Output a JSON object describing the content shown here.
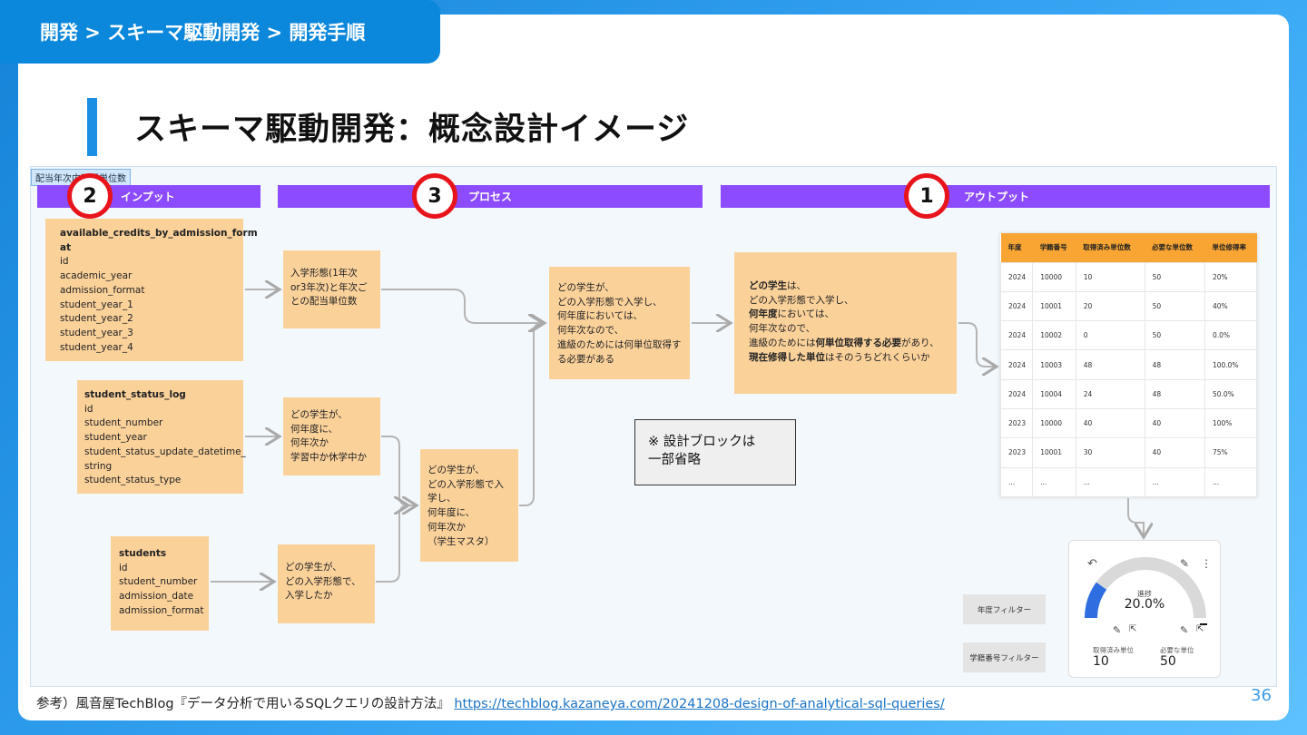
{
  "breadcrumb": "開発 > スキーマ駆動開発 > 開発手順",
  "title": "スキーマ駆動開発：概念設計イメージ",
  "canvas_tag": "配当年次内取得単位数",
  "sections": [
    {
      "badge": "2",
      "label": "インプット"
    },
    {
      "badge": "3",
      "label": "プロセス"
    },
    {
      "badge": "1",
      "label": "アウトプット"
    }
  ],
  "inputs": [
    {
      "title": "available_credits_by_admission_form\nat",
      "fields": [
        "id",
        "academic_year",
        "admission_format",
        "student_year_1",
        "student_year_2",
        "student_year_3",
        "student_year_4"
      ]
    },
    {
      "title": "student_status_log",
      "fields": [
        "id",
        "student_number",
        "student_year",
        "student_status_update_datetime_\nstring",
        "student_status_type"
      ]
    },
    {
      "title": "students",
      "fields": [
        "id",
        "student_number",
        "admission_date",
        "admission_format"
      ]
    }
  ],
  "process": {
    "p1": "入学形態(1年次or3年次)と年次ごとの配当単位数",
    "p2": "どの学生が、\n何年度に、\n何年次か\n学習中か休学中か",
    "p3": "どの学生が、\nどの入学形態で、\n入学したか",
    "p4": "どの学生が、\nどの入学形態で入\n学し、\n何年度に、\n何年次か\n（学生マスタ）",
    "p5": "どの学生が、\nどの入学形態で入学し、\n何年度においては、\n何年次なので、\n進級のためには何単位取得す\nる必要がある"
  },
  "output_note": {
    "l1a": "どの学生",
    "l1b": "は、",
    "l2": "どの入学形態で入学し、",
    "l3a": "何年度",
    "l3b": "においては、",
    "l4": "何年次なので、",
    "l5a": "進級のためには",
    "l5b": "何単位取得する必要",
    "l5c": "があり、",
    "l6a": "現在修得した単位",
    "l6b": "はそのうちどれくらいか"
  },
  "annotation": "※ 設計ブロックは\n一部省略",
  "table": {
    "headers": [
      "年度",
      "学籍番号",
      "取得済み単位数",
      "必要な単位数",
      "単位修得率"
    ],
    "rows": [
      [
        "2024",
        "10000",
        "10",
        "50",
        "20%"
      ],
      [
        "2024",
        "10001",
        "20",
        "50",
        "40%"
      ],
      [
        "2024",
        "10002",
        "0",
        "50",
        "0.0%"
      ],
      [
        "2024",
        "10003",
        "48",
        "48",
        "100.0%"
      ],
      [
        "2024",
        "10004",
        "24",
        "48",
        "50.0%"
      ],
      [
        "2023",
        "10000",
        "40",
        "40",
        "100%"
      ],
      [
        "2023",
        "10001",
        "30",
        "40",
        "75%"
      ],
      [
        "...",
        "...",
        "...",
        "...",
        "..."
      ]
    ]
  },
  "gauge": {
    "label": "進捗",
    "value_text": "20.0%",
    "fraction": 0.2,
    "left_label": "取得済み単位",
    "left_value": "10",
    "right_label": "必要な単位",
    "right_value": "50"
  },
  "filters": [
    "年度フィルター",
    "学籍番号フィルター"
  ],
  "footer": {
    "prefix": "参考）風音屋TechBlog『データ分析で用いるSQLクエリの設計方法』",
    "link": "https://techblog.kazaneya.com/20241208-design-of-analytical-sql-queries/"
  },
  "page_number": "36",
  "colors": {
    "header": "#8c4bff",
    "note": "#fbd19a",
    "badge_ring": "#e8141c",
    "gauge_fill": "#2f6ee0",
    "table_header": "#f9a534"
  }
}
